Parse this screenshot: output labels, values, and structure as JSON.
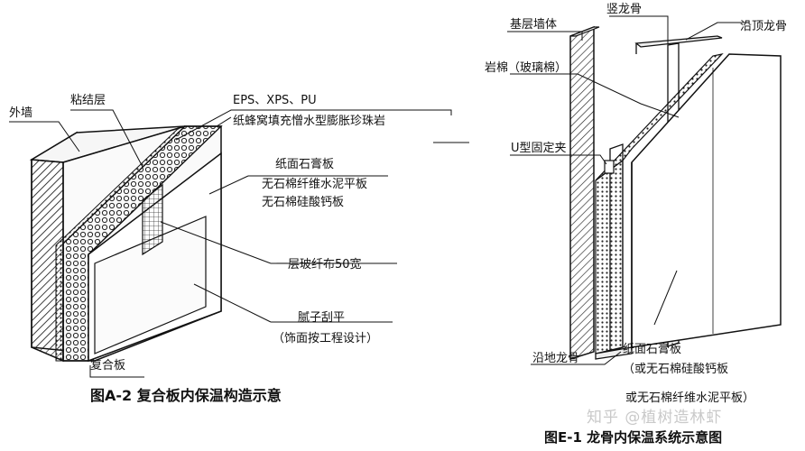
{
  "left_figure": {
    "labels": {
      "outer_wall": "外墙",
      "bonding_layer": "粘结层",
      "insulation_1": "EPS、XPS、PU",
      "insulation_2": "纸蜂窝填充憎水型膨胀珍珠岩",
      "board_1": "纸面石膏板",
      "board_2": "无石棉纤维水泥平板",
      "board_3": "无石棉硅酸钙板",
      "fiberglass": "一层玻纤布50宽",
      "putty": "腻子刮平",
      "finish_note": "（饰面按工程设计）",
      "composite_board": "复合板"
    },
    "caption": "图A-2 复合板内保温构造示意"
  },
  "right_figure": {
    "labels": {
      "base_wall": "基层墙体",
      "vertical_keel": "竖龙骨",
      "top_keel": "沿顶龙骨",
      "rock_wool": "岩棉（玻璃棉）",
      "u_clip": "U型固定夹",
      "floor_keel": "沿地龙骨",
      "gypsum_1": "纸面石膏板",
      "gypsum_2": "（或无石棉硅酸钙板",
      "gypsum_3": "或无石棉纤维水泥平板）"
    },
    "caption": "图E-1 龙骨内保温系统示意图"
  },
  "watermark": "知乎 @植树造林虾"
}
